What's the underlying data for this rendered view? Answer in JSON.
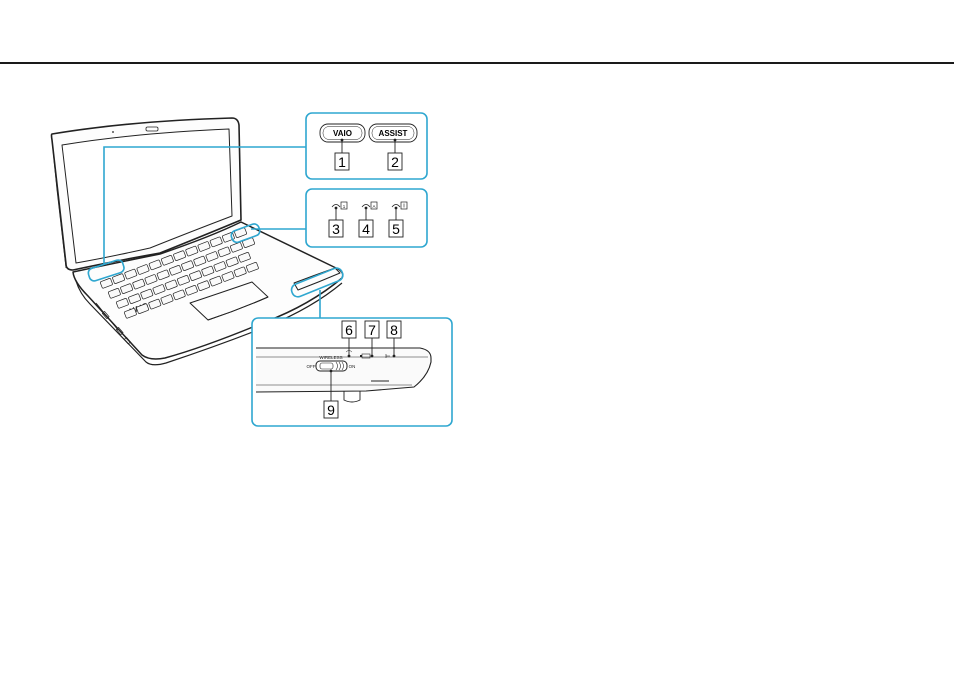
{
  "figure": {
    "buttons": [
      {
        "label": "VAIO",
        "callout": "1"
      },
      {
        "label": "ASSIST",
        "callout": "2"
      }
    ],
    "indicators": [
      "3",
      "4",
      "5"
    ],
    "front_callouts": [
      "6",
      "7",
      "8"
    ],
    "switch_callout": "9",
    "switch_labels": {
      "name": "WIRELESS",
      "off": "OFF",
      "on": "ON"
    },
    "accent_color": "#2fa7d0"
  }
}
